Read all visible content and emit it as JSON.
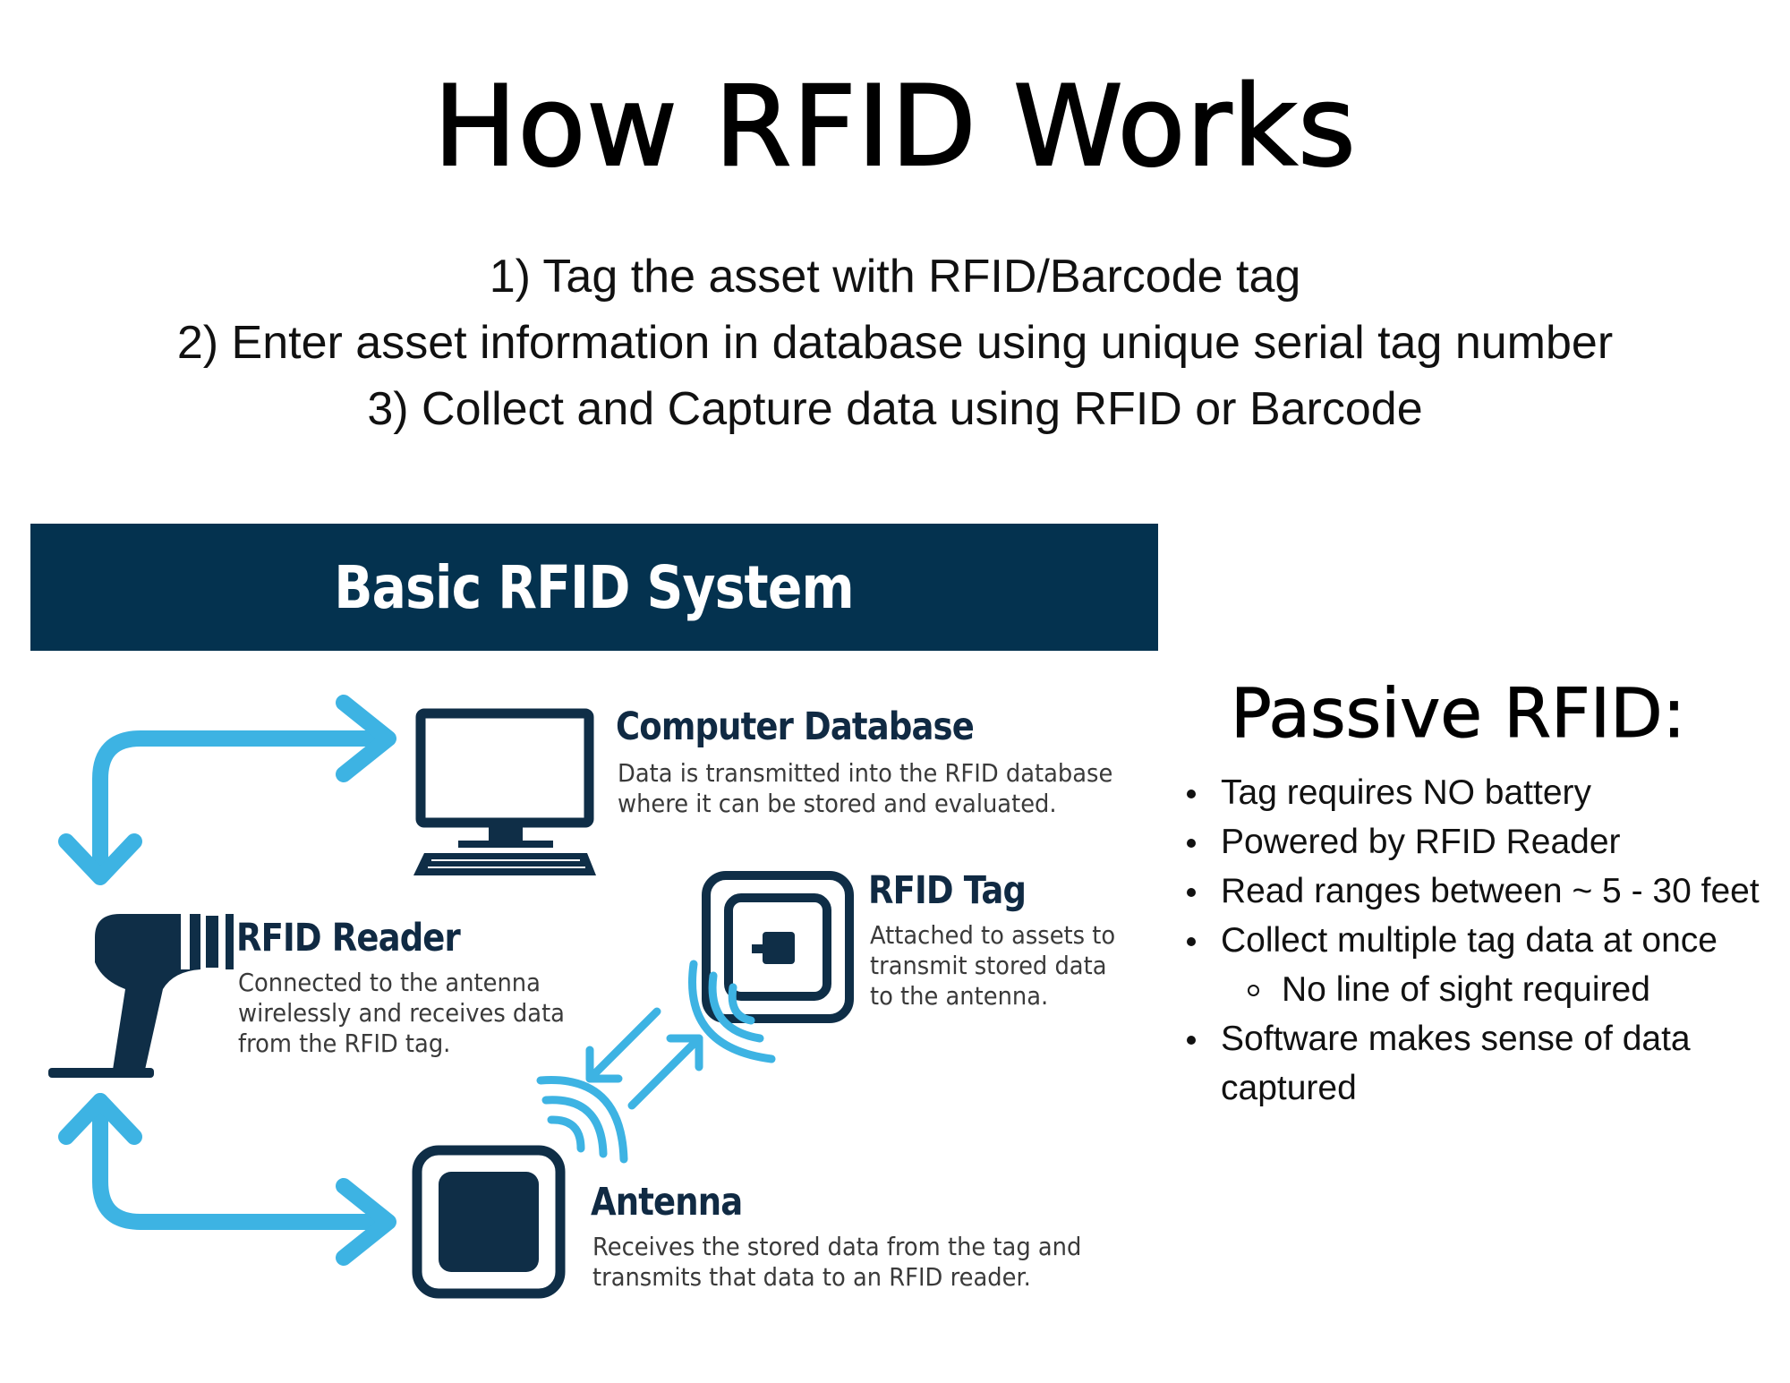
{
  "title": "How RFID Works",
  "steps": [
    "1) Tag the asset with RFID/Barcode tag",
    "2) Enter asset information in database using unique serial tag number",
    "3) Collect and Capture data using RFID or Barcode"
  ],
  "diagram": {
    "banner": "Basic RFID System",
    "components": {
      "database": {
        "title": "Computer Database",
        "description": "Data is transmitted into the RFID database\nwhere it can be stored and evaluated."
      },
      "tag": {
        "title": "RFID Tag",
        "description": "Attached to assets to\ntransmit stored data\nto the antenna."
      },
      "reader": {
        "title": "RFID Reader",
        "description": "Connected to the antenna\nwirelessly and receives data\nfrom the RFID tag."
      },
      "antenna": {
        "title": "Antenna",
        "description": "Receives the stored data from the tag and\ntransmits that data to an RFID reader."
      }
    },
    "colors": {
      "navy": "#04324f",
      "dark_icon": "#0f2e47",
      "arrow_blue": "#3db3e3"
    }
  },
  "passive": {
    "title": "Passive RFID:",
    "bullets": [
      "Tag requires NO battery",
      "Powered by RFID Reader",
      "Read ranges between ~ 5 - 30 feet",
      "Collect multiple tag data at once",
      "No line of sight required",
      "Software makes sense of data captured"
    ]
  }
}
